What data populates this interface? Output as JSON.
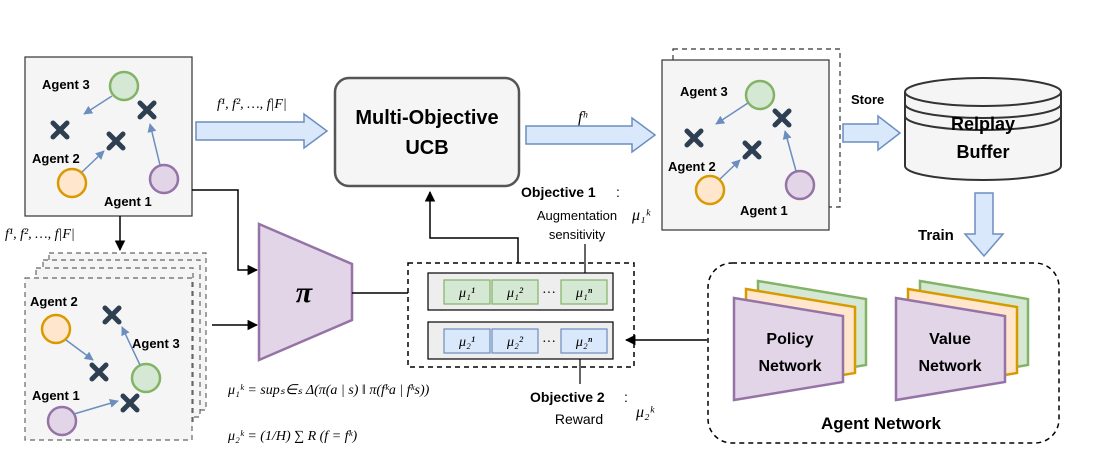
{
  "env": {
    "agent1": "Agent 1",
    "agent2": "Agent 2",
    "agent3": "Agent 3"
  },
  "augment_set": "f¹, f², …, f|F|",
  "moucb": {
    "line1": "Multi-Objective",
    "line2": "UCB"
  },
  "selected": "fʰ",
  "store": "Store",
  "buffer": {
    "line1": "Relplay",
    "line2": "Buffer"
  },
  "train": "Train",
  "policy_symbol": "π",
  "objective1": {
    "title": "Objective 1",
    "colon": ":",
    "desc_line1": "Augmentation",
    "desc_line2": "sensitivity",
    "symbol": "μ₁ᵏ"
  },
  "objective2": {
    "title": "Objective 2",
    "colon": ":",
    "desc": "Reward",
    "symbol": "μ₂ᵏ"
  },
  "mu_row1": {
    "cells": [
      "μ₁¹",
      "μ₁²",
      "μ₁ⁿ"
    ],
    "dots": "···"
  },
  "mu_row2": {
    "cells": [
      "μ₂¹",
      "μ₂²",
      "μ₂ⁿ"
    ],
    "dots": "···"
  },
  "formula1": "μ₁ᵏ = supₛ∈ₛ Δ(π(a | s) ‖ π(fᵏa | fᵏs))",
  "formula2": "μ₂ᵏ = (1/H) ∑ R (f = fᵏ)",
  "agent_network": {
    "title": "Agent Network",
    "policy_line1": "Policy",
    "policy_line2": "Network",
    "value_line1": "Value",
    "value_line2": "Network"
  },
  "colors": {
    "agent1": "#e1d5e7",
    "agent1_stroke": "#9673a6",
    "agent2": "#ffe6cc",
    "agent2_stroke": "#d79b00",
    "agent3": "#d5e8d4",
    "agent3_stroke": "#82b366",
    "arrow_fill": "#dae8fc",
    "arrow_stroke": "#6c8ebf",
    "cross": "#2e3f52",
    "box_fill": "#f5f5f5"
  }
}
